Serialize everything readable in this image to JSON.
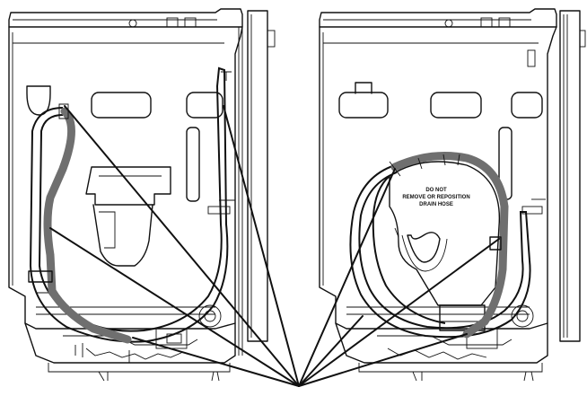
{
  "diagram": {
    "views": [
      {
        "name": "left-view",
        "label": ""
      },
      {
        "name": "right-view",
        "label": ""
      }
    ],
    "warning_label": {
      "lines": [
        "DO NOT",
        "REMOVE OR REPOSITION",
        "DRAIN HOSE"
      ]
    },
    "colors": {
      "line": "#111111",
      "hose_fill": "#6f6f6f",
      "background": "#ffffff"
    }
  }
}
